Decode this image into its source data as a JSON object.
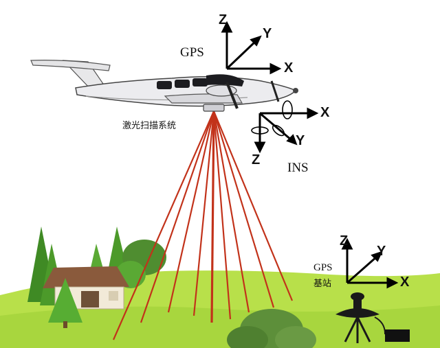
{
  "labels": {
    "gps_aircraft": "GPS",
    "scanner": "激光扫描系统",
    "ins": "INS",
    "base_gps": "GPS",
    "base_station": "基站"
  },
  "axes": {
    "gps": {
      "z": "Z",
      "y": "Y",
      "x": "X"
    },
    "ins": {
      "x": "X",
      "y": "Y",
      "z": "Z"
    },
    "base": {
      "z": "Z",
      "y": "Y",
      "x": "X"
    }
  },
  "colors": {
    "sky": "#ffffff",
    "ground": "#b8e04a",
    "ground_dark": "#9acb32",
    "laser": "#c2321a",
    "tree": "#4c9a2a",
    "roof": "#8a5a3c",
    "house_wall": "#f2ead8",
    "bush": "#5d8f3a"
  },
  "icons": [
    "aircraft-icon",
    "house-icon",
    "tree-icon",
    "bush-icon",
    "gps-base-antenna-icon",
    "receiver-box-icon"
  ]
}
